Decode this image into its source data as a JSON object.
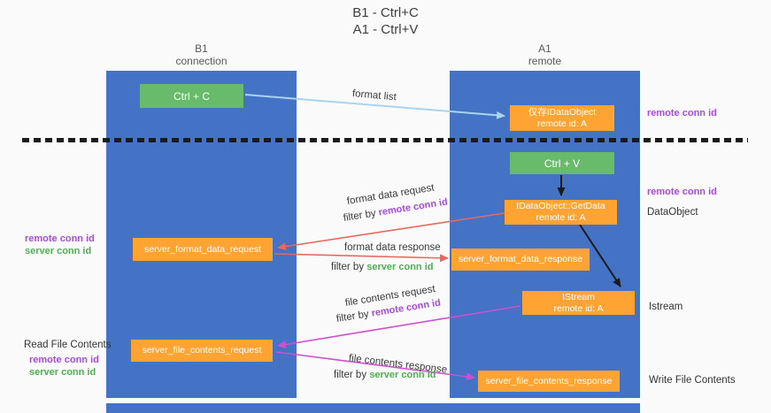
{
  "title": {
    "line1": "B1 - Ctrl+C",
    "line2": "A1 - Ctrl+V"
  },
  "columns": {
    "left": {
      "name": "B1",
      "role": "connection"
    },
    "right": {
      "name": "A1",
      "role": "remote"
    }
  },
  "nodes": {
    "ctrl_c": {
      "label": "Ctrl + C"
    },
    "clipboard_object": {
      "line1": "仅存IDataObject",
      "line2": "remote id: A"
    },
    "ctrl_v": {
      "label": "Ctrl + V"
    },
    "get_data": {
      "line1": "IDataObject::GetData",
      "line2": "remote id: A"
    },
    "format_request": {
      "label": "server_format_data_request"
    },
    "format_response": {
      "label": "server_format_data_response"
    },
    "istream": {
      "line1": "IStream",
      "line2": "remote id: A"
    },
    "file_request": {
      "label": "server_file_contents_request"
    },
    "file_response": {
      "label": "server_file_contents_response"
    }
  },
  "edge_labels": {
    "format_list": "format list",
    "format_data_request": "format data request",
    "format_data_response": "format data response",
    "file_contents_request": "file contents request",
    "file_contents_response": "file contents response",
    "filter_by": "filter by",
    "remote_conn_id": "remote conn id",
    "server_conn_id": "server conn id"
  },
  "side_labels": {
    "remote_conn_id": "remote conn id",
    "server_conn_id": "server conn id",
    "dataobject": "DataObject",
    "istream": "Istream",
    "read_file_contents": "Read File Contents",
    "write_file_contents": "Write File Contents"
  },
  "colors": {
    "column_blue": "#4472c4",
    "green_box": "#68bb6a",
    "orange_box": "#ffa333",
    "purple_text": "#a94ae0",
    "green_text": "#4caf50",
    "arrow_red": "#e8685c",
    "arrow_magenta": "#d14ed1",
    "arrow_blue": "#a8d4ee",
    "arrow_black": "#1b1b1b"
  }
}
